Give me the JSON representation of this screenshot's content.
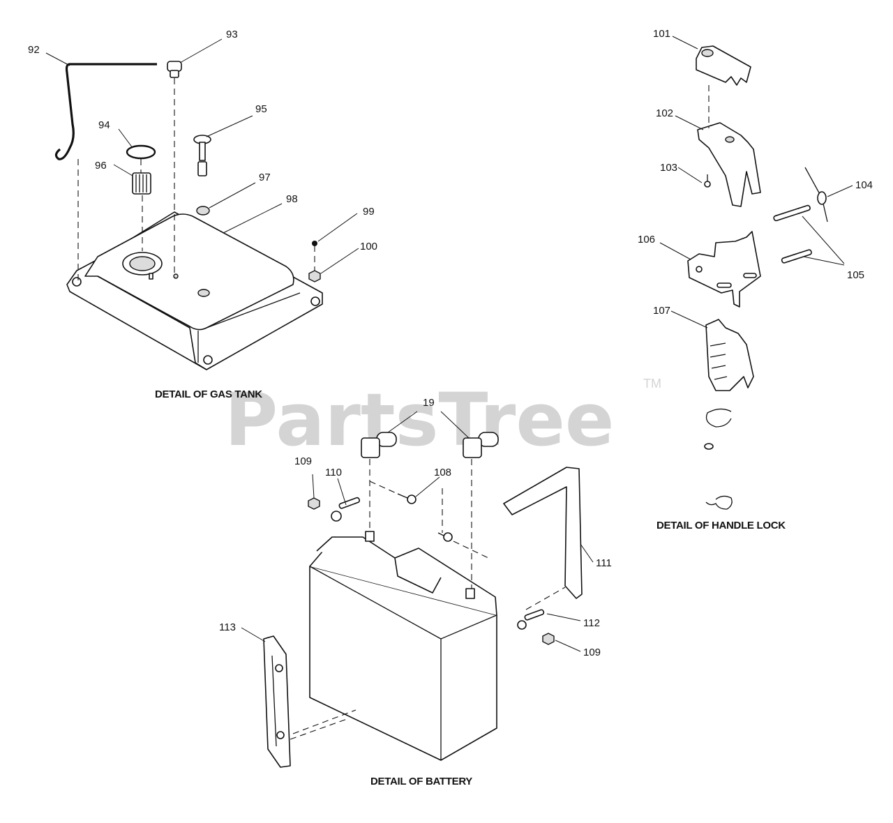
{
  "watermark": {
    "brand": "PartsTree",
    "trademark": "TM"
  },
  "sections": {
    "gas_tank": "DETAIL OF GAS TANK",
    "handle_lock": "DETAIL OF HANDLE LOCK",
    "battery": "DETAIL OF BATTERY"
  },
  "callouts": {
    "p92": "92",
    "p93": "93",
    "p94": "94",
    "p95": "95",
    "p96": "96",
    "p97": "97",
    "p98": "98",
    "p99": "99",
    "p100": "100",
    "p101": "101",
    "p102": "102",
    "p103": "103",
    "p104": "104",
    "p105": "105",
    "p106": "106",
    "p107": "107",
    "p19": "19",
    "p108": "108",
    "p109a": "109",
    "p110": "110",
    "p111": "111",
    "p112": "112",
    "p109b": "109",
    "p113": "113"
  }
}
